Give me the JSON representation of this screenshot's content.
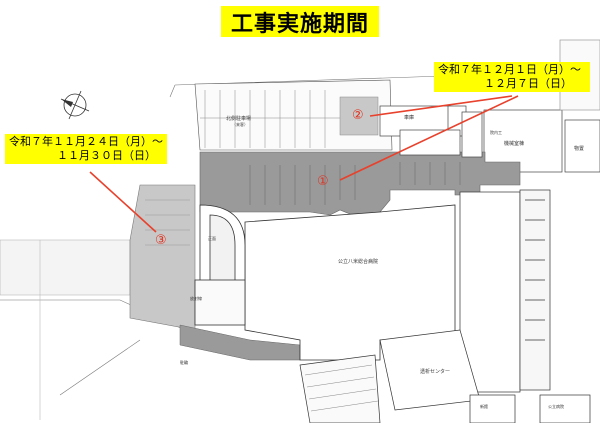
{
  "title": "工事実施期間",
  "callouts": {
    "right": {
      "line1": "令和７年１２月１日（月）～",
      "line2": "１２月７日（日）"
    },
    "left": {
      "line1": "令和７年１１月２４日（月）～",
      "line2": "１１月３０日（日）"
    }
  },
  "areas": [
    {
      "id": "1",
      "label": "①"
    },
    {
      "id": "2",
      "label": "②"
    },
    {
      "id": "3",
      "label": "③"
    }
  ],
  "map_labels": {
    "north_parking": "北側駐車場",
    "north_parking_sub": "（来客）",
    "garage": "車庫",
    "shed": "物置",
    "main_building": "公立八米総合病院",
    "center": "透析センター",
    "entrance": "正面",
    "bldg_a": "院内工",
    "bldg_b": "機械室棟",
    "bldg_c": "駐輪",
    "bldg_d": "放射線",
    "bottom_right": "新館",
    "bottom_right2": "公立病院"
  },
  "colors": {
    "highlight": "#ffff00",
    "work_area": "#9a9a9a",
    "work_area_light": "#c8c8c8",
    "pointer": "#e8412c",
    "circle": "#e0301e"
  }
}
